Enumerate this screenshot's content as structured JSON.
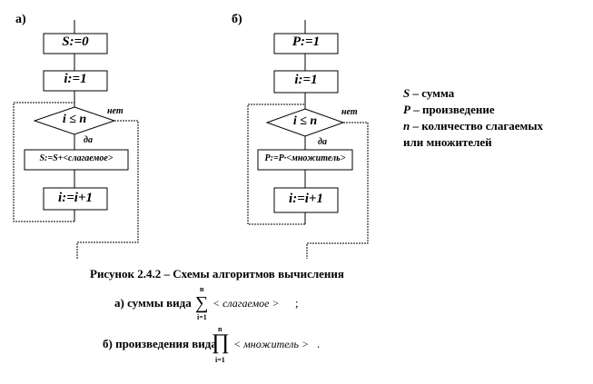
{
  "diagram_a": {
    "label": "а)",
    "init": "S:=0",
    "i_init": "i:=1",
    "condition": "i ≤ n",
    "no_label": "нет",
    "yes_label": "да",
    "body": "S:=S+<слагаемое>",
    "increment": "i:=i+1"
  },
  "diagram_b": {
    "label": "б)",
    "init": "P:=1",
    "i_init": "i:=1",
    "condition": "i ≤ n",
    "no_label": "нет",
    "yes_label": "да",
    "body": "P:=P·<множитель>",
    "increment": "i:=i+1"
  },
  "legend": {
    "s_symbol": "S",
    "s_text": " – сумма",
    "p_symbol": "P",
    "p_text": " – произведение",
    "n_symbol": "n",
    "n_text": " – количество слагаемых",
    "n_text2": "или множителей"
  },
  "caption": {
    "title": "Рисунок 2.4.2 – Схемы алгоритмов вычисления",
    "line_a_prefix": "а) суммы вида",
    "sum_symbol": "∑",
    "sum_upper": "n",
    "sum_lower": "i=1",
    "line_a_term": "< слагаемое >",
    "line_a_suffix": ";",
    "line_b_prefix": "б) произведения вида",
    "prod_symbol": "∏",
    "prod_upper": "n",
    "prod_lower": "i=1",
    "line_b_term": "< множитель >",
    "line_b_suffix": "."
  }
}
